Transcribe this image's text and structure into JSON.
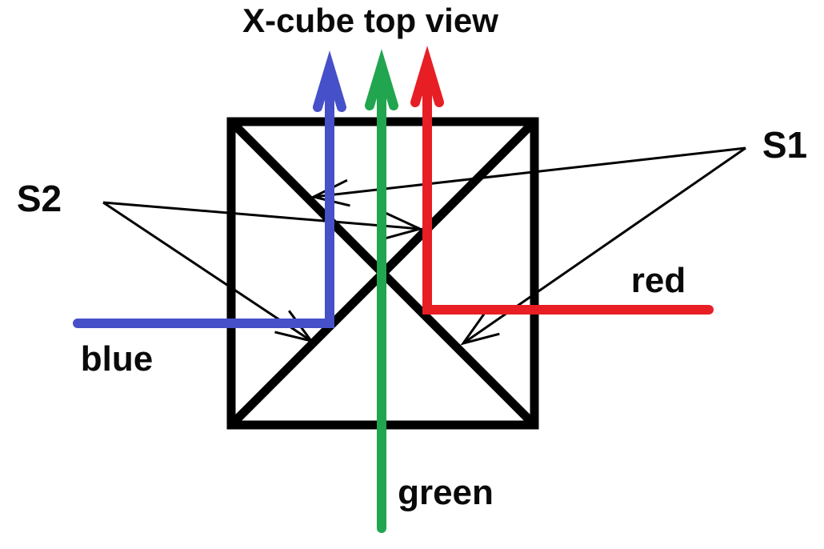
{
  "title": "X-cube top view",
  "labels": {
    "s1": "S1",
    "s2": "S2",
    "red_beam": "red",
    "blue_beam": "blue",
    "green_beam": "green"
  },
  "colors": {
    "red": "#e81e25",
    "green": "#22a54f",
    "blue": "#4650c8",
    "outline": "#000000",
    "background": "#ffffff"
  }
}
